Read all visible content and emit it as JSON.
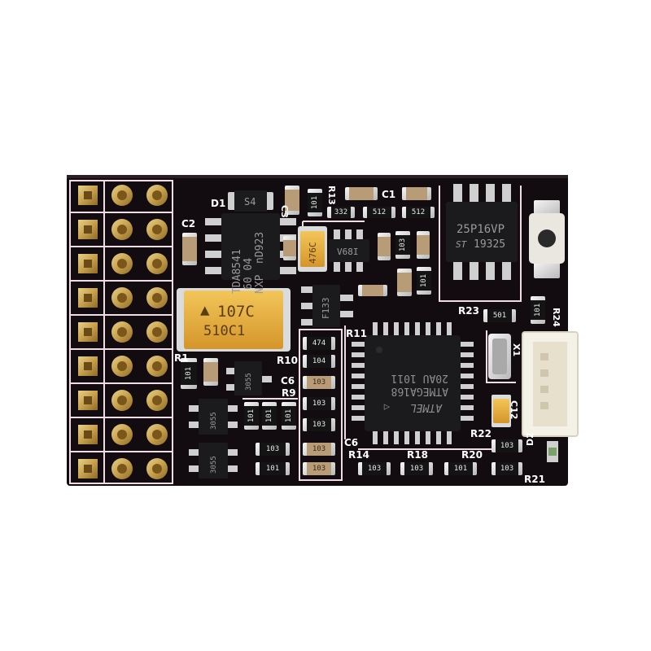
{
  "colors": {
    "background": "#ffffff",
    "board": "#120b0f",
    "silkscreen": "#f1dbe4",
    "gold": "#c7a14d",
    "ic_body": "#1b1b1d",
    "tantalum": "#e6ad2e",
    "connector": "#f4f1e6"
  },
  "components": {
    "large_cap": {
      "polarity": "▲",
      "line1": "107C",
      "line2": "510C1"
    },
    "small_tantalum": {
      "line1": "476C"
    },
    "amp_ic": {
      "line1": "TDA8541",
      "line2": "60 04",
      "line3": "NXP",
      "line4": "nD923"
    },
    "flash_ic": {
      "line1": "25P16VP",
      "logo": "ST",
      "line2": "19325"
    },
    "mcu": {
      "logo": "ATMEL",
      "line1": "ATMEGA168",
      "line2": "20AU 1011",
      "pin1": "◁"
    },
    "reg": {
      "line1": "F133"
    },
    "diode": {
      "line1": "S4"
    },
    "sot_marks": [
      "3055",
      "3055",
      "3055"
    ],
    "sot6": {
      "line1": "V68I"
    }
  },
  "refdes": {
    "D1": "D1",
    "C2": "C2",
    "C1": "C1",
    "C3": "C3",
    "R13": "R13",
    "R11": "R11",
    "R10": "R10",
    "R9": "R9",
    "C6a": "C6",
    "C6b": "C6",
    "R23": "R23",
    "R24": "R24",
    "X1": "X1",
    "C12": "C12",
    "R22": "R22",
    "R14": "R14",
    "R18": "R18",
    "R20": "R20",
    "D2": "D2",
    "R21": "R21",
    "R1": "R1"
  },
  "resistor_codes": {
    "r_top1": "101",
    "r_top2": "332",
    "r_top3": "512",
    "r_top4": "512",
    "r_mid1": "103",
    "r_mid2": "101",
    "r_501": "501",
    "r_24": "101",
    "r_474": "474",
    "r_104": "104",
    "r_c1": "103",
    "r_c2": "103",
    "r_c3": "103",
    "r_l1": "101",
    "r_l2": "101",
    "r_l3": "101",
    "r_b1": "103",
    "r_b2": "101",
    "r_b3": "103",
    "r_b4": "103",
    "r_b5": "103",
    "r_b6": "103",
    "r_b7": "101",
    "r_b8": "103",
    "r_b9": "103",
    "r_leftbig": "101"
  }
}
